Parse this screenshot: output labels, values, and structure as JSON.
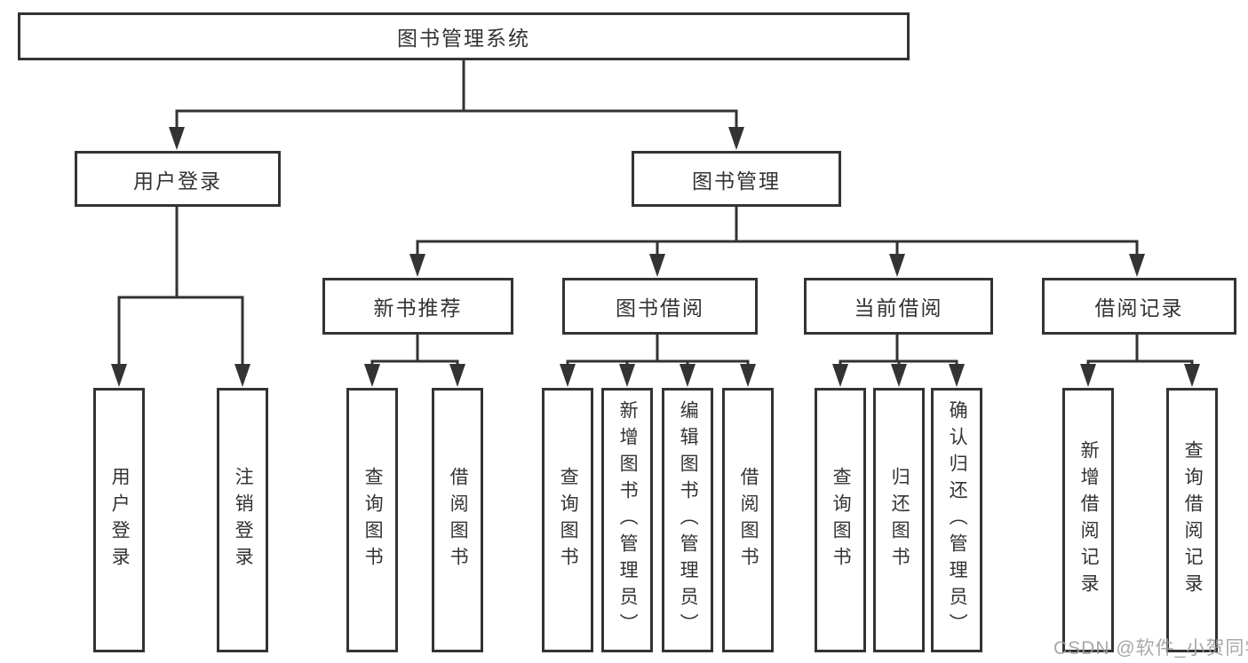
{
  "diagram": {
    "title": "图书管理系统",
    "level2": [
      {
        "label": "用户登录",
        "parent": "图书管理系统"
      },
      {
        "label": "图书管理",
        "parent": "图书管理系统"
      }
    ],
    "level3": [
      {
        "label": "新书推荐",
        "parent": "图书管理"
      },
      {
        "label": "图书借阅",
        "parent": "图书管理"
      },
      {
        "label": "当前借阅",
        "parent": "图书管理"
      },
      {
        "label": "借阅记录",
        "parent": "图书管理"
      }
    ],
    "leaves": [
      {
        "label": "用户登录",
        "parent": "用户登录"
      },
      {
        "label": "注销登录",
        "parent": "用户登录"
      },
      {
        "label": "查询图书",
        "parent": "新书推荐"
      },
      {
        "label": "借阅图书",
        "parent": "新书推荐"
      },
      {
        "label": "查询图书",
        "parent": "图书借阅"
      },
      {
        "label": "新增图书（管理员）",
        "parent": "图书借阅"
      },
      {
        "label": "编辑图书（管理员）",
        "parent": "图书借阅"
      },
      {
        "label": "借阅图书",
        "parent": "图书借阅"
      },
      {
        "label": "查询图书",
        "parent": "当前借阅"
      },
      {
        "label": "归还图书",
        "parent": "当前借阅"
      },
      {
        "label": "确认归还（管理员）",
        "parent": "当前借阅"
      },
      {
        "label": "新增借阅记录",
        "parent": "借阅记录"
      },
      {
        "label": "查询借阅记录",
        "parent": "借阅记录"
      }
    ],
    "watermark": "CSDN @软件_小贺同学",
    "colors": {
      "line": "#333333",
      "box_border": "#333333",
      "box_background": "#ffffff",
      "text": "#333333",
      "watermark": "#9e9e9e",
      "page_background": "#ffffff"
    }
  }
}
